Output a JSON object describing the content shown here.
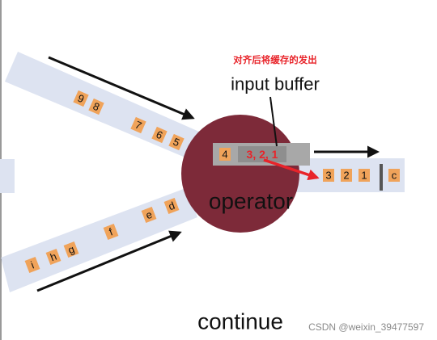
{
  "annotation": "对齐后将缓存的发出",
  "buffer_label": "input buffer",
  "operator_label": "operator",
  "continue_label": "continue",
  "watermark": "CSDN @weixin_39477597",
  "upper_stream": {
    "tokens": [
      "9",
      "8",
      "7",
      "6",
      "5"
    ]
  },
  "lower_stream": {
    "tokens": [
      "i",
      "h",
      "g",
      "f",
      "e",
      "d"
    ]
  },
  "buffer": {
    "pending": "4",
    "aligned": "3, 2, 1"
  },
  "output_stream": {
    "tokens": [
      "3",
      "2",
      "1"
    ],
    "barrier_next": "c"
  },
  "colors": {
    "stream": "#dde3f1",
    "operator": "#7d2a39",
    "token": "#f0a35a",
    "buffer_box": "#a8a8a8",
    "highlight": "#e8242a",
    "arrow": "#111111"
  }
}
